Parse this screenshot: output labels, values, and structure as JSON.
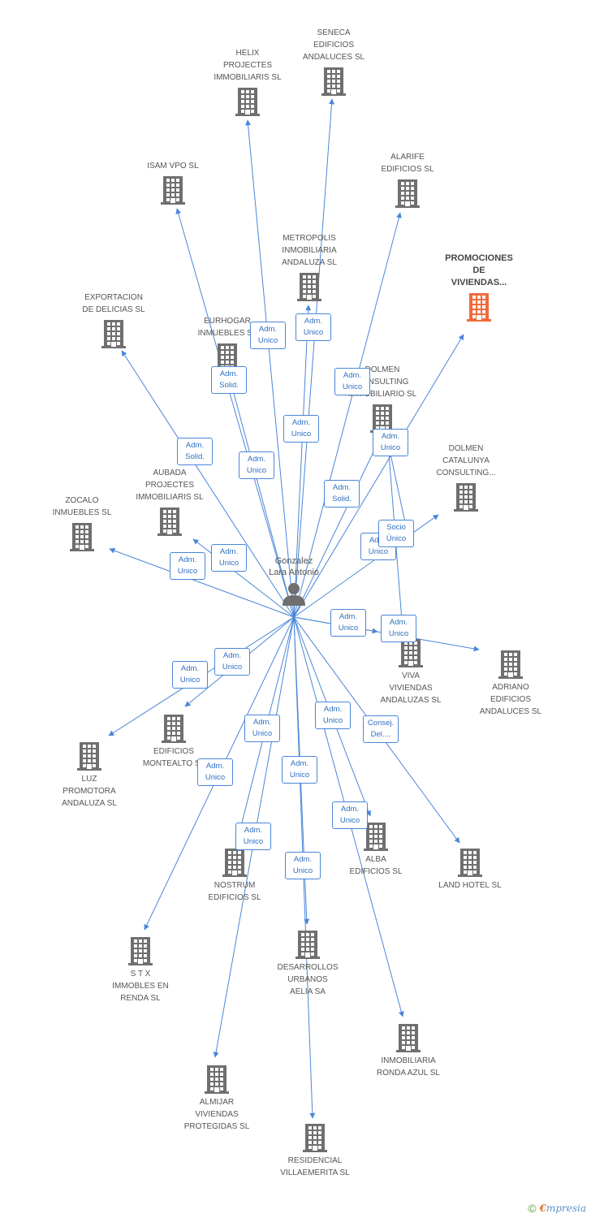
{
  "person": {
    "name": "Gonzalez\nLara Antonio"
  },
  "colors": {
    "edge": "#4a86d8",
    "building": "#6f6f6f",
    "highlight": "#f26a3c"
  },
  "companies": [
    {
      "id": "seneca",
      "label": "SENECA\nEDIFICIOS\nANDALUCES SL"
    },
    {
      "id": "helix",
      "label": "HELIX\nPROJECTES\nIMMOBILIARIS SL"
    },
    {
      "id": "alarife",
      "label": "ALARIFE\nEDIFICIOS SL"
    },
    {
      "id": "isam",
      "label": "ISAM VPO  SL"
    },
    {
      "id": "metropolis",
      "label": "METROPOLIS\nINMOBILIARIA\nANDALUZA SL"
    },
    {
      "id": "promociones",
      "label": "PROMOCIONES\nDE\nVIVIENDAS...",
      "highlight": true
    },
    {
      "id": "exportacion",
      "label": "EXPORTACION\nDE DELICIAS  SL"
    },
    {
      "id": "eurhogar",
      "label": "EURHOGAR\nINMUEBLES SL"
    },
    {
      "id": "dolmen_cons",
      "label": "DOLMEN\nCONSULTING\nIMMOBILIARIO SL"
    },
    {
      "id": "dolmen_cat",
      "label": "DOLMEN\nCATALUNYA\nCONSULTING..."
    },
    {
      "id": "aubada",
      "label": "AUBADA\nPROJECTES\nIMMOBILIARIS SL"
    },
    {
      "id": "zocalo",
      "label": "ZOCALO\nINMUEBLES SL"
    },
    {
      "id": "viva",
      "label": "VIVA\nVIVIENDAS\nANDALUZAS SL"
    },
    {
      "id": "adriano",
      "label": "ADRIANO\nEDIFICIOS\nANDALUCES SL"
    },
    {
      "id": "montealto",
      "label": "EDIFICIOS\nMONTEALTO SL"
    },
    {
      "id": "luz",
      "label": "LUZ\nPROMOTORA\nANDALUZA SL"
    },
    {
      "id": "alba",
      "label": "ALBA\nEDIFICIOS SL"
    },
    {
      "id": "land",
      "label": "LAND HOTEL SL"
    },
    {
      "id": "nostrum",
      "label": "NOSTRUM\nEDIFICIOS SL"
    },
    {
      "id": "stx",
      "label": "S T X\nIMMOBLES EN\nRENDA SL"
    },
    {
      "id": "desarrollos",
      "label": "DESARROLLOS\nURBANOS\nAELIA SA"
    },
    {
      "id": "ronda",
      "label": "INMOBILIARIA\nRONDA AZUL SL"
    },
    {
      "id": "almijar",
      "label": "ALMIJAR\nVIVIENDAS\nPROTEGIDAS  SL"
    },
    {
      "id": "residencial",
      "label": "RESIDENCIAL\nVILLAEMERITA SL"
    }
  ],
  "edges": [
    {
      "to": "seneca",
      "label": "Adm.\nUnico"
    },
    {
      "to": "helix",
      "label": "Adm.\nUnico"
    },
    {
      "to": "alarife",
      "label": "Adm.\nUnico"
    },
    {
      "to": "isam",
      "label": "Adm.\nSolid."
    },
    {
      "to": "metropolis",
      "label": "Adm.\nUnico"
    },
    {
      "to": "promociones",
      "label": "Adm.\nUnico"
    },
    {
      "to": "exportacion",
      "label": "Adm.\nSolid."
    },
    {
      "to": "eurhogar",
      "label": "Adm.\nUnico"
    },
    {
      "to": "dolmen_cons",
      "label": "Adm.\nSolid."
    },
    {
      "to": "dolmen_cat",
      "label": "Adm.\nUnico"
    },
    {
      "to": "aubada",
      "label": "Adm.\nUnico"
    },
    {
      "to": "zocalo",
      "label": "Adm.\nUnico"
    },
    {
      "to": "viva",
      "label": "Adm.\nUnico"
    },
    {
      "to": "adriano",
      "label": "Adm.\nUnico"
    },
    {
      "to": "montealto",
      "label": "Adm.\nUnico"
    },
    {
      "to": "luz",
      "label": "Adm.\nUnico"
    },
    {
      "to": "alba",
      "label": "Adm.\nUnico"
    },
    {
      "to": "land",
      "label": "Consej.\nDel...."
    },
    {
      "to": "nostrum",
      "label": "Adm.\nUnico"
    },
    {
      "to": "stx",
      "label": "Adm.\nUnico"
    },
    {
      "to": "desarrollos",
      "label": "Adm.\nUnico"
    },
    {
      "to": "ronda",
      "label": "Adm.\nUnico"
    },
    {
      "to": "almijar",
      "label": "Adm.\nUnico"
    },
    {
      "to": "residencial",
      "label": "Adm.\nUnico"
    },
    {
      "to": "dolmen_cat",
      "label": "Socio\nÚnico",
      "from": "dolmen_cons"
    },
    {
      "to": "adriano",
      "label": "Adm.\nUnico",
      "from": "dolmen_cons"
    }
  ],
  "footer": {
    "copyright": "©",
    "brand_first": "€",
    "brand_rest": "mpresia"
  }
}
